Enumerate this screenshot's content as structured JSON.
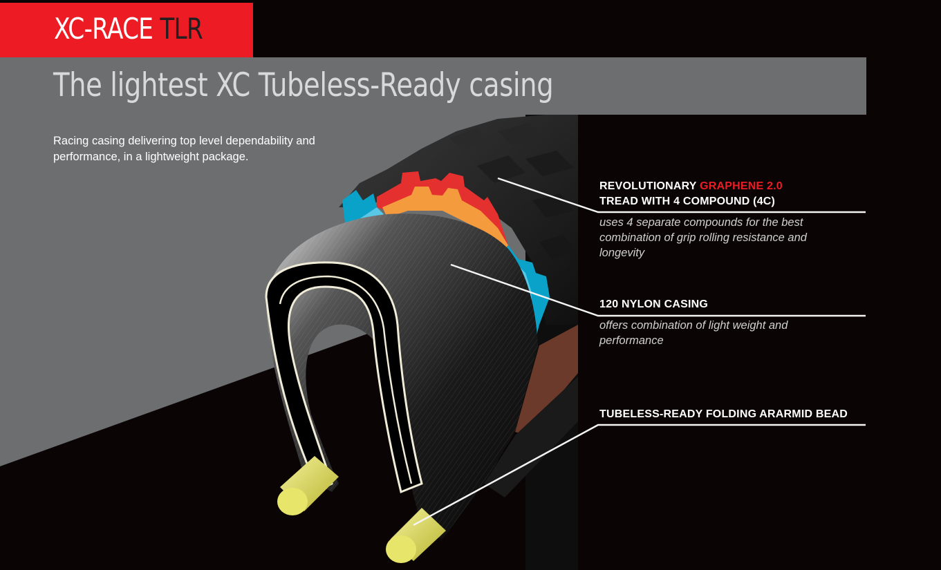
{
  "brand": {
    "name_prefix": "XC-RACE",
    "name_suffix": "TLR",
    "bg_color": "#ed1c24"
  },
  "header": {
    "headline": "The lightest XC Tubeless-Ready casing",
    "intro": "Racing casing delivering top level dependability and performance, in a lightweight package."
  },
  "callouts": [
    {
      "title_pre": "REVOLUTIONARY ",
      "title_highlight": "GRAPHENE 2.0",
      "title_line2": "TREAD WITH 4 COMPOUND (4C)",
      "description": "uses 4 separate compounds for the best combination of grip rolling resistance and longevity"
    },
    {
      "title": "120 NYLON CASING",
      "description": "offers combination of light weight and performance"
    },
    {
      "title": "TUBELESS-READY FOLDING ARARMID BEAD"
    }
  ],
  "colors": {
    "background": "#0a0405",
    "panel_gray": "#6d6e70",
    "accent_red": "#ed1c24",
    "tread_red": "#e4312f",
    "tread_orange": "#f39b3d",
    "tread_blue_dark": "#0aa2c9",
    "tread_blue_light": "#58c8e6",
    "bead_yellow": "#e6e35a",
    "sidewall_brown": "#6b3a2a"
  },
  "illustration": {
    "subject": "tire-cross-section"
  }
}
